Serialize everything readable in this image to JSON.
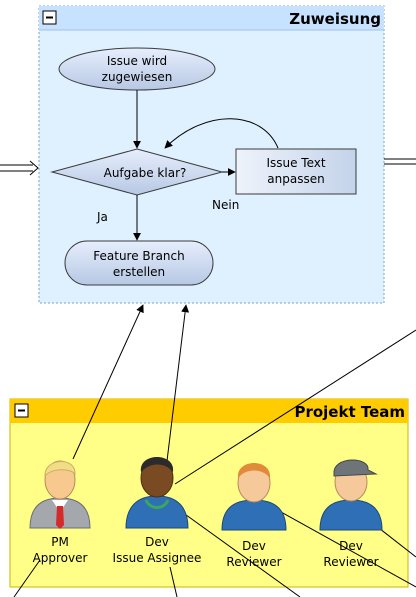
{
  "zuweisung": {
    "title": "Zuweisung",
    "nodes": {
      "start": [
        "Issue wird",
        "zugewiesen"
      ],
      "decision": "Aufgabe klar?",
      "task": [
        "Issue Text",
        "anpassen"
      ],
      "end": [
        "Feature Branch",
        "erstellen"
      ]
    },
    "edges": {
      "yes": "Ja",
      "no": "Nein"
    }
  },
  "team": {
    "title": "Projekt Team",
    "members": [
      {
        "role": "PM",
        "label": "Approver"
      },
      {
        "role": "Dev",
        "label": "Issue Assignee"
      },
      {
        "role": "Dev",
        "label": "Reviewer"
      },
      {
        "role": "Dev",
        "label": "Reviewer"
      }
    ]
  },
  "colors": {
    "zuweisung_header": "#c6e2ff",
    "zuweisung_body": "#dff0ff",
    "team_header": "#ffcc00",
    "team_body": "#ffff88",
    "shape_fill_top": "#e6eefc",
    "shape_fill_bottom": "#b7c8e4"
  }
}
